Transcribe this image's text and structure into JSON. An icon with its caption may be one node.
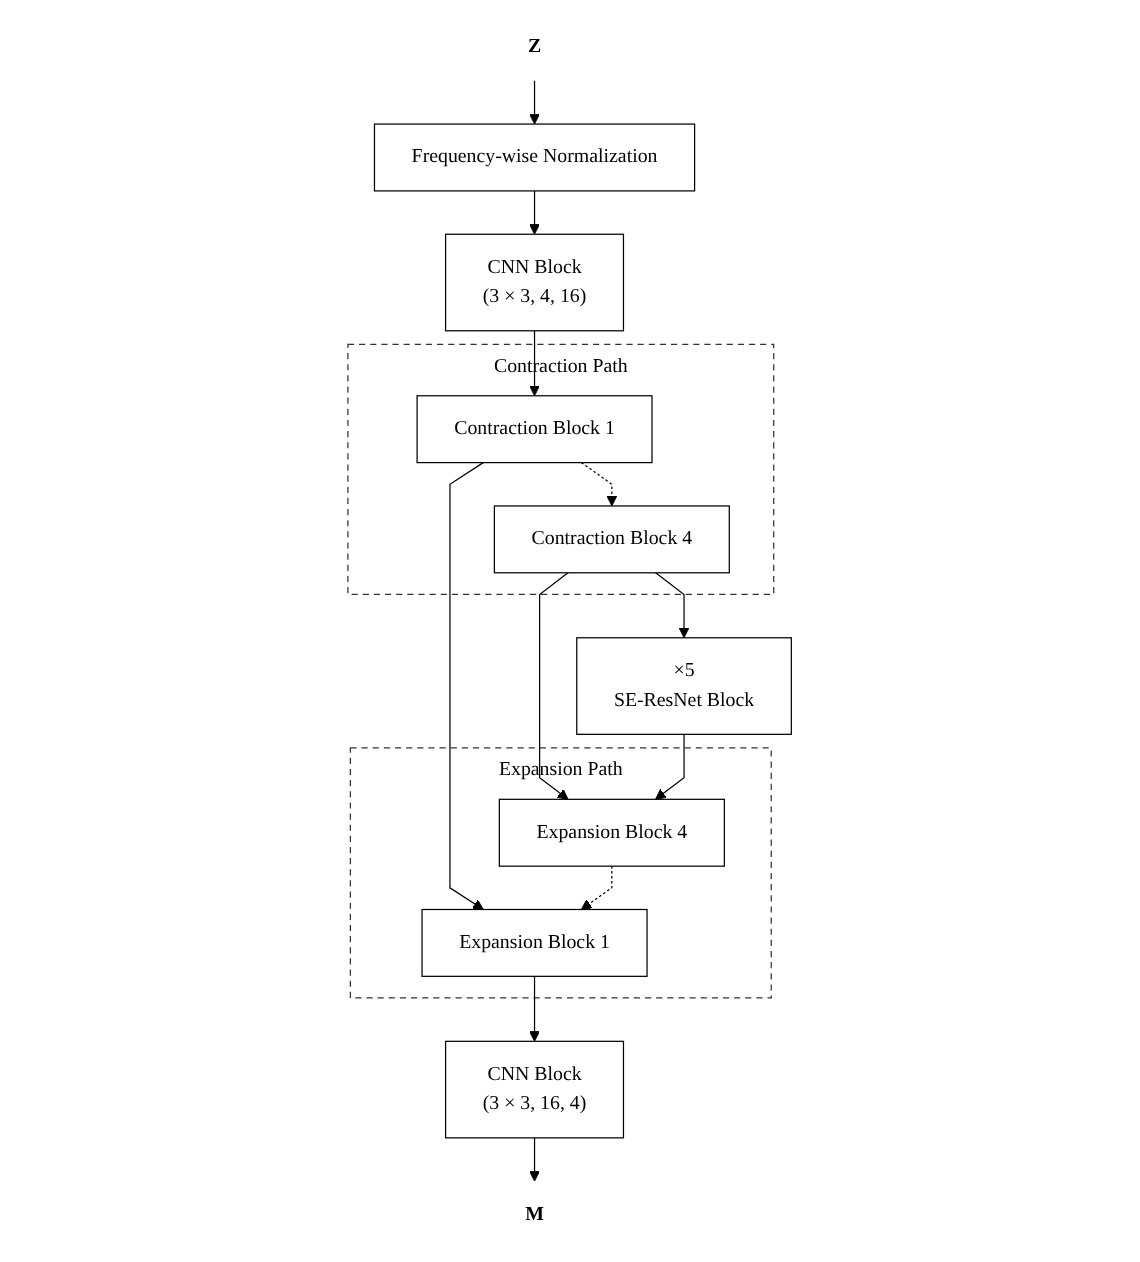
{
  "diagram": {
    "nodes": [
      {
        "text": [
          "Z"
        ]
      },
      {
        "text": [
          "Frequency-wise Normalization"
        ]
      },
      {
        "text": [
          "CNN Block",
          "(3 × 3, 4, 16)"
        ]
      },
      {
        "text": [
          "Contraction Path"
        ]
      },
      {
        "text": [
          "Contraction Block 1"
        ],
        "in": 3
      },
      {
        "text": [
          "Contraction Block 4"
        ],
        "in": 3
      },
      {
        "text": [
          "Expansion Path"
        ]
      },
      {
        "text": [
          "Expansion Block 1"
        ],
        "in": 6
      },
      {
        "text": [
          "Expansion Block 4"
        ],
        "in": 6
      },
      {
        "text": [
          "×5",
          "SE-ResNet Block"
        ]
      },
      {
        "text": [
          "CNN Block",
          "(3 × 3, 16, 4)"
        ]
      },
      {
        "text": [
          "M"
        ]
      }
    ],
    "edges": [
      {
        "from": 0,
        "to": 1,
        "arrow": "to"
      },
      {
        "from": 1,
        "to": 2,
        "arrow": "to"
      },
      {
        "from": 2,
        "to": 4,
        "arrow": "to"
      },
      {
        "from": 4,
        "to": 5,
        "arrow": "to",
        "style": "dashed"
      },
      {
        "from": 4,
        "to": 7,
        "arrow": "to"
      },
      {
        "from": 5,
        "to": 8,
        "arrow": "to"
      },
      {
        "from": 5,
        "to": 9,
        "arrow": "to"
      },
      {
        "from": 9,
        "to": 8,
        "arrow": "to"
      },
      {
        "from": 8,
        "to": 7,
        "arrow": "to",
        "style": "dashed"
      },
      {
        "from": 7,
        "to": 10,
        "arrow": "to"
      },
      {
        "from": 10,
        "to": 11,
        "arrow": "to"
      }
    ]
  }
}
